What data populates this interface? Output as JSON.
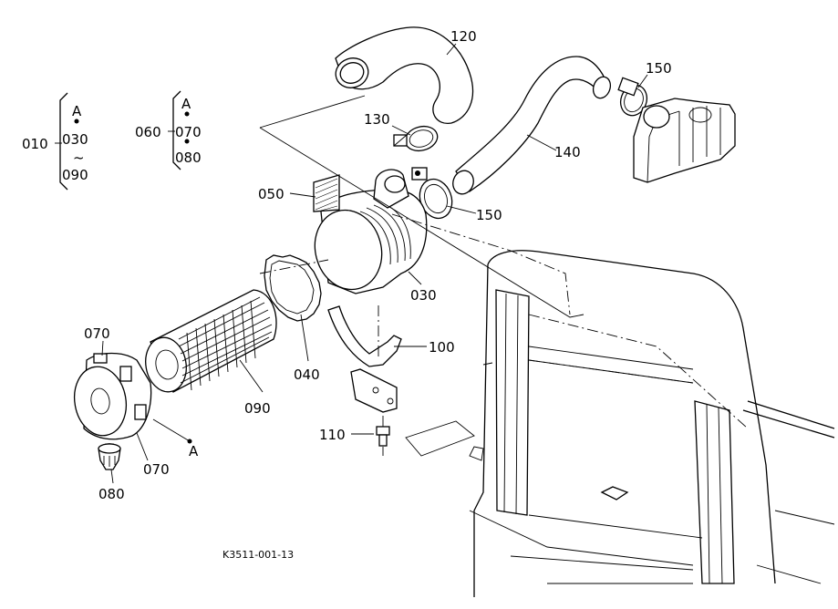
{
  "diagram": {
    "drawing_number": "K3511-001-13",
    "callouts": {
      "c010": "010",
      "c030_ref": "030",
      "c090_ref": "090",
      "c060": "060",
      "c070_ref": "070",
      "c080_ref": "080",
      "c120": "120",
      "c130": "130",
      "c140": "140",
      "c150_top": "150",
      "c150_mid": "150",
      "c050": "050",
      "c030": "030",
      "c040": "040",
      "c090": "090",
      "c100": "100",
      "c110": "110",
      "c070_top": "070",
      "c070_bot": "070",
      "c080": "080",
      "marker_a_1": "A",
      "marker_a_2": "A",
      "marker_a_3": "A",
      "tilde": "~"
    }
  }
}
